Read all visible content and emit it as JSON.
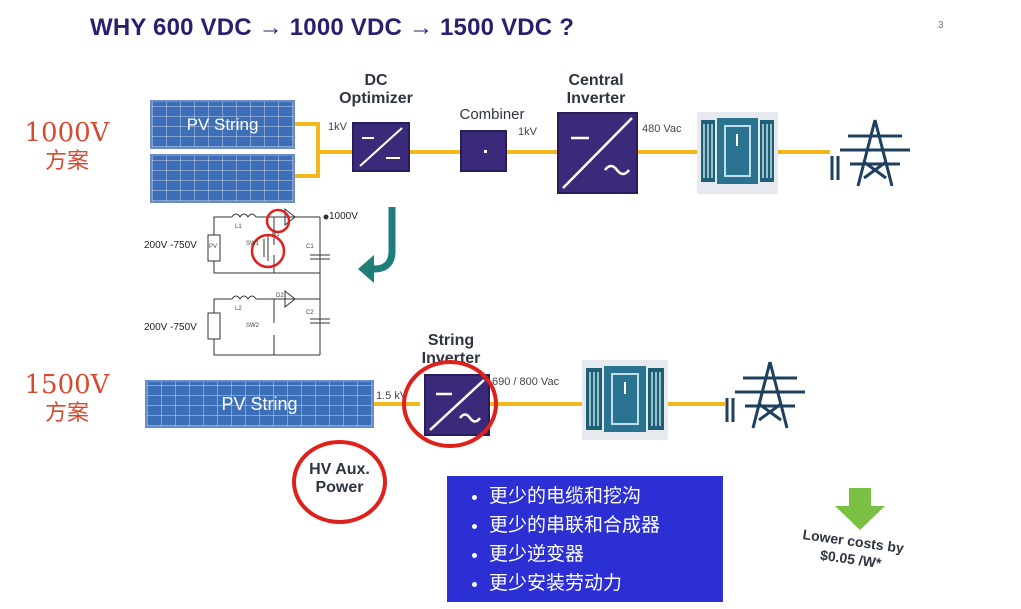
{
  "title": "WHY 600 VDC → 1000 VDC → 1500 VDC ?",
  "corner_mark": "3",
  "scheme_1000": {
    "voltage": "1000V",
    "plan": "方案"
  },
  "scheme_1500": {
    "voltage": "1500V",
    "plan": "方案"
  },
  "pv_string_label": "PV String",
  "dc_optimizer_label": "DC\nOptimizer",
  "combiner_label": "Combiner",
  "central_inverter_label": "Central\nInverter",
  "string_inverter_label": "String\nInverter",
  "voltages": {
    "opt_in": "1kV",
    "comb_out": "1kV",
    "central_out": "480 Vac",
    "circuit_out": "1000V",
    "circuit_in_1": "200V -750V",
    "circuit_in_2": "200V -750V",
    "string_in": "1.5 kV",
    "string_out": "690 / 800 Vac"
  },
  "circuit_labels": {
    "l1": "L1",
    "l2": "L2",
    "d1": "D1",
    "d2": "D2",
    "sw1": "SW1",
    "sw2": "SW2",
    "c1": "C1",
    "c2": "C2",
    "pv": "PV"
  },
  "hv_aux_label": "HV Aux.\nPower",
  "benefits": [
    "更少的电缆和挖沟",
    "更少的串联和合成器",
    "更少逆变器",
    "更少安装劳动力"
  ],
  "lower_costs": {
    "line1": "Lower costs by",
    "line2": "$0.05 /W*"
  },
  "colors": {
    "title": "#2a1f6e",
    "scheme": "#d84a2f",
    "line": "#f2b81c",
    "box": "#3b2a7a",
    "highlight": "#e0201a",
    "bullet_bg": "#2b2fd4",
    "arrow_green": "#7ac043",
    "arrow_teal": "#1f7d7a"
  }
}
